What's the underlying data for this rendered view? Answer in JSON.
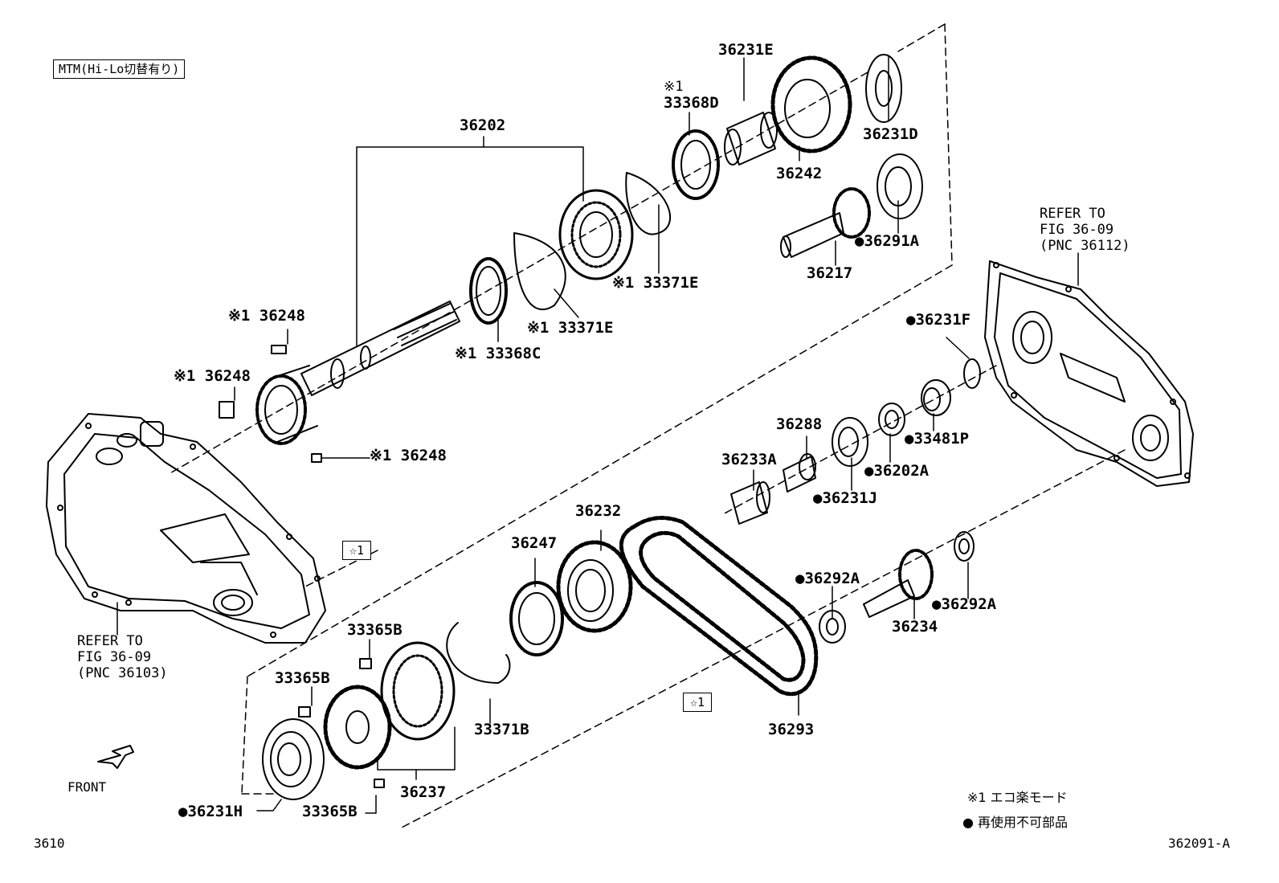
{
  "header": {
    "variant_box": "MTM(Hi-Lo切替有り)"
  },
  "labels": {
    "p36202": "36202",
    "p36231E": "36231E",
    "p33368D_mark": "※1",
    "p33368D": "33368D",
    "p36231D": "36231D",
    "p36242": "36242",
    "p36291A": "●36291A",
    "p36217": "36217",
    "p33371E_a": "※1 33371E",
    "p33371E_b": "※1 33371E",
    "p33368C": "※1 33368C",
    "p36248_a": "※1 36248",
    "p36248_b": "※1 36248",
    "p36248_c": "※1 36248",
    "p36231F": "●36231F",
    "p36288": "36288",
    "p33481P": "●33481P",
    "p36233A": "36233A",
    "p36202A": "●36202A",
    "p36231J": "●36231J",
    "p36232": "36232",
    "p36247": "36247",
    "p36292A_a": "●36292A",
    "p36292A_b": "●36292A",
    "p36234": "36234",
    "p33365B_a": "33365B",
    "p33365B_b": "33365B",
    "p33365B_c": "33365B",
    "p33371B": "33371B",
    "p36237": "36237",
    "p36231H": "●36231H",
    "p36293": "36293"
  },
  "star_boxes": {
    "left": "☆1",
    "bottom": "☆1"
  },
  "refs": {
    "right": "REFER TO\nFIG 36-09\n(PNC 36112)",
    "left": "REFER TO\nFIG 36-09\n(PNC 36103)"
  },
  "front_label": "FRONT",
  "legend": {
    "item1": "※1  エコ楽モード",
    "item2": "●  再使用不可部品"
  },
  "footer": {
    "fig_code": "3610",
    "illust_code": "362091-A"
  }
}
